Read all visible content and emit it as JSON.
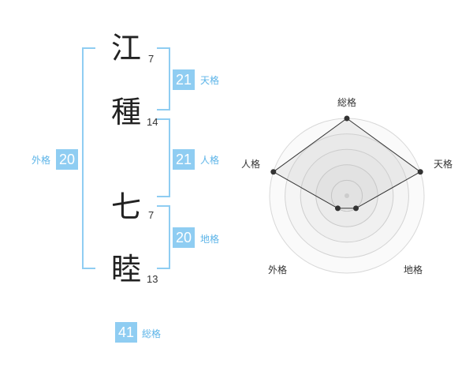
{
  "name": {
    "characters": [
      {
        "char": "江",
        "strokes": "7"
      },
      {
        "char": "種",
        "strokes": "14"
      },
      {
        "char": "七",
        "strokes": "7"
      },
      {
        "char": "睦",
        "strokes": "13"
      }
    ]
  },
  "fortunes": {
    "tenkaku": {
      "label": "天格",
      "value": "21"
    },
    "jinkaku": {
      "label": "人格",
      "value": "21"
    },
    "chikaku": {
      "label": "地格",
      "value": "20"
    },
    "gaikaku": {
      "label": "外格",
      "value": "20"
    },
    "soukaku": {
      "label": "総格",
      "value": "41"
    }
  },
  "colors": {
    "accent": "#8fcdf2",
    "accent_text": "#5cb4e8",
    "kanji": "#222222"
  },
  "chart_data": {
    "type": "radar",
    "axes": [
      "総格",
      "天格",
      "地格",
      "外格",
      "人格"
    ],
    "levels": 5,
    "values": [
      5,
      5,
      1,
      1,
      5
    ],
    "max": 5
  }
}
